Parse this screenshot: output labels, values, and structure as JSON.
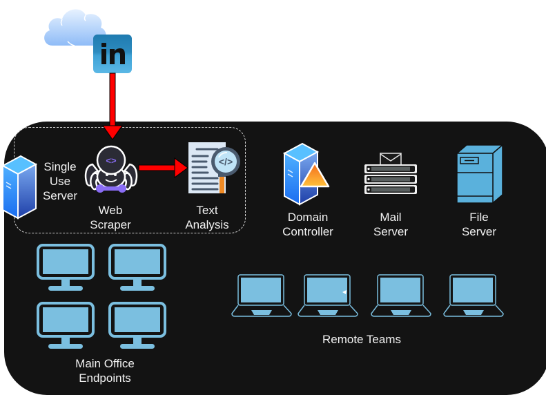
{
  "colors": {
    "panel_bg": "#131313",
    "arrow": "#ff0000",
    "endpoint_blue": "#7bbfe0",
    "file_server_blue": "#5ab1dc",
    "linkedin_blue": "#2d8bbf",
    "label_text": "#f2f2f2"
  },
  "external": {
    "cloud": {
      "icon": "cloud-icon"
    },
    "linkedin": {
      "icon": "linkedin-icon",
      "text": "in"
    }
  },
  "scraper_group": {
    "single_use_server": {
      "icon": "server-icon",
      "label": [
        "Single",
        "Use",
        "Server"
      ]
    },
    "web_scraper": {
      "icon": "spider-bot-icon",
      "code_glyph": "<>",
      "label": [
        "Web",
        "Scraper"
      ]
    },
    "text_analysis": {
      "icon": "document-magnifier-icon",
      "code_glyph": "</>",
      "label": [
        "Text",
        "Analysis"
      ]
    }
  },
  "servers": [
    {
      "id": "domain-controller",
      "icon": "domain-controller-icon",
      "label": [
        "Domain",
        "Controller"
      ]
    },
    {
      "id": "mail-server",
      "icon": "mail-server-icon",
      "label": [
        "Mail",
        "Server"
      ]
    },
    {
      "id": "file-server",
      "icon": "file-server-icon",
      "label": [
        "File",
        "Server"
      ]
    }
  ],
  "main_office": {
    "label": [
      "Main Office",
      "Endpoints"
    ],
    "endpoint_count": 4,
    "icon": "desktop-monitor-icon"
  },
  "remote_teams": {
    "label": "Remote Teams",
    "endpoint_count": 4,
    "icon": "laptop-icon"
  },
  "connections": [
    {
      "from": "linkedin",
      "to": "web-scraper"
    },
    {
      "from": "web-scraper",
      "to": "text-analysis"
    }
  ]
}
